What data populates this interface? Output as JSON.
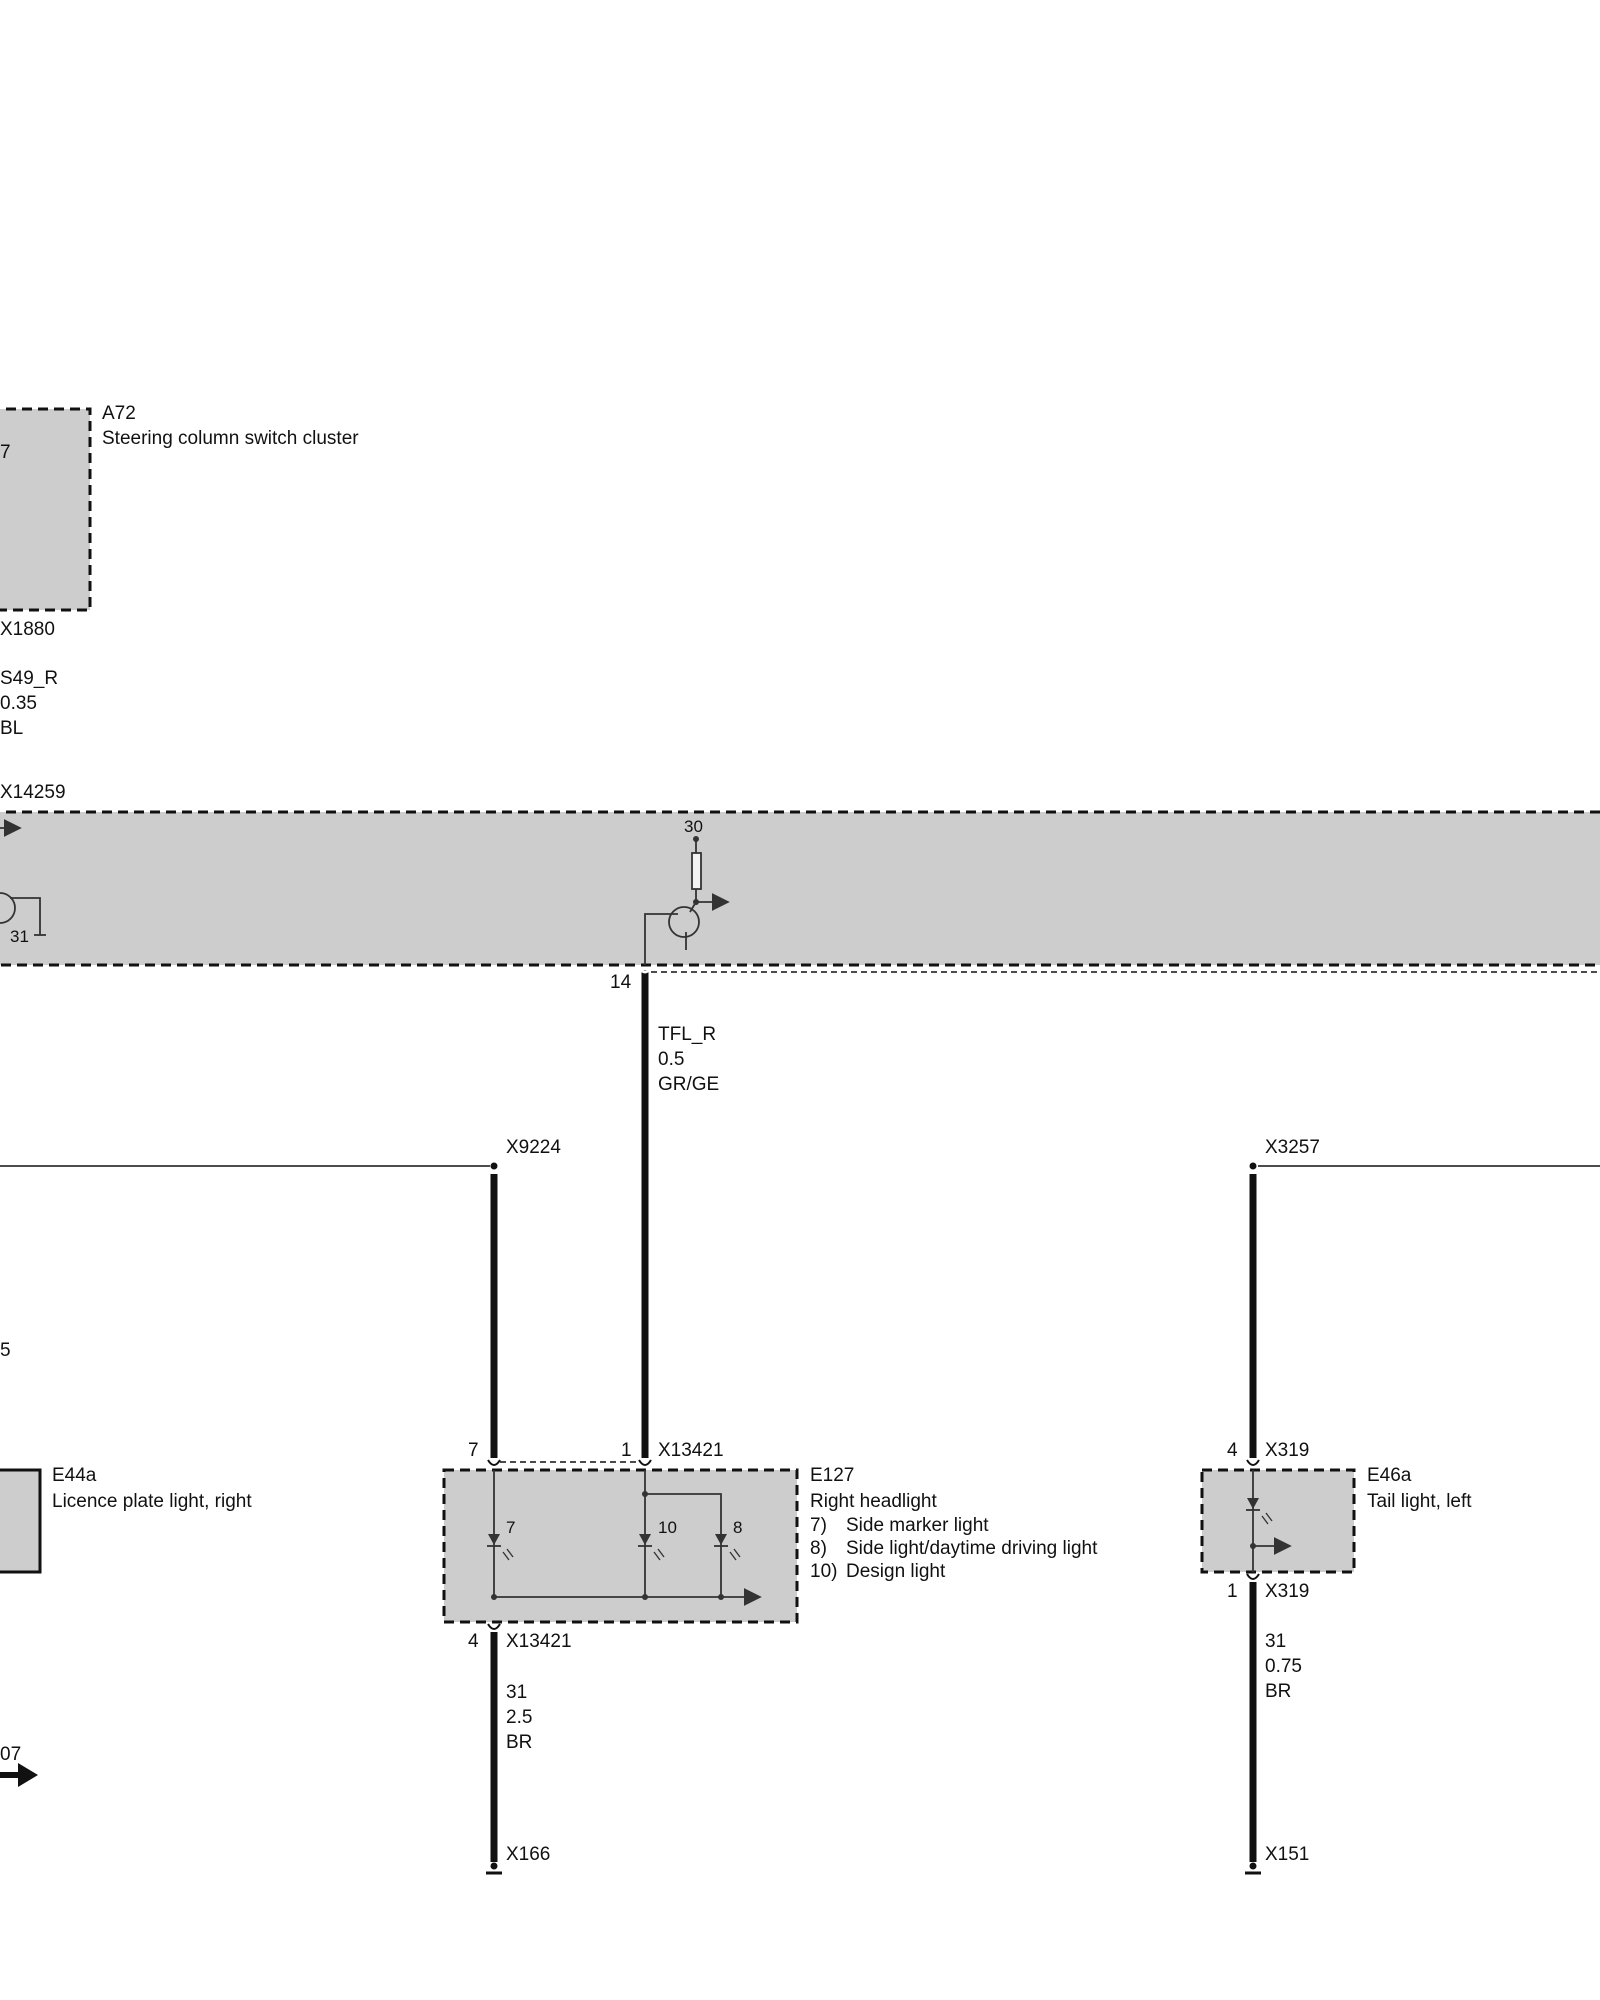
{
  "a72": {
    "ref": "A72",
    "name": "Steering column switch cluster",
    "pin": "7",
    "connector": "X1880"
  },
  "wire_s49": {
    "name": "S49_R",
    "size": "0.35",
    "color": "BL"
  },
  "x14259": {
    "connector": "X14259",
    "pin_30": "30",
    "pin_31": "31",
    "pin_14": "14"
  },
  "wire_tfl": {
    "name": "TFL_R",
    "size": "0.5",
    "color": "GR/GE"
  },
  "x9224": "X9224",
  "x3257": "X3257",
  "left_fragment": {
    "text_5": "5",
    "text_07": "07"
  },
  "e44a": {
    "ref": "E44a",
    "name": "Licence plate light, right"
  },
  "e127": {
    "ref": "E127",
    "name": "Right headlight",
    "items": [
      {
        "num": "7)",
        "text": "Side marker light"
      },
      {
        "num": "8)",
        "text": "Side light/daytime driving light"
      },
      {
        "num": "10)",
        "text": "Design light"
      }
    ],
    "pin_top_left": "7",
    "pin_top_right": "1",
    "connector_top": "X13421",
    "pin_bottom": "4",
    "connector_bottom": "X13421",
    "led_7": "7",
    "led_10": "10",
    "led_8": "8"
  },
  "wire_e127_ground": {
    "name": "31",
    "size": "2.5",
    "color": "BR",
    "ground": "X166"
  },
  "e46a": {
    "ref": "E46a",
    "name": "Tail light, left",
    "pin_top": "4",
    "connector_top": "X319",
    "pin_bottom": "1",
    "connector_bottom": "X319"
  },
  "wire_e46a_ground": {
    "name": "31",
    "size": "0.75",
    "color": "BR",
    "ground": "X151"
  }
}
